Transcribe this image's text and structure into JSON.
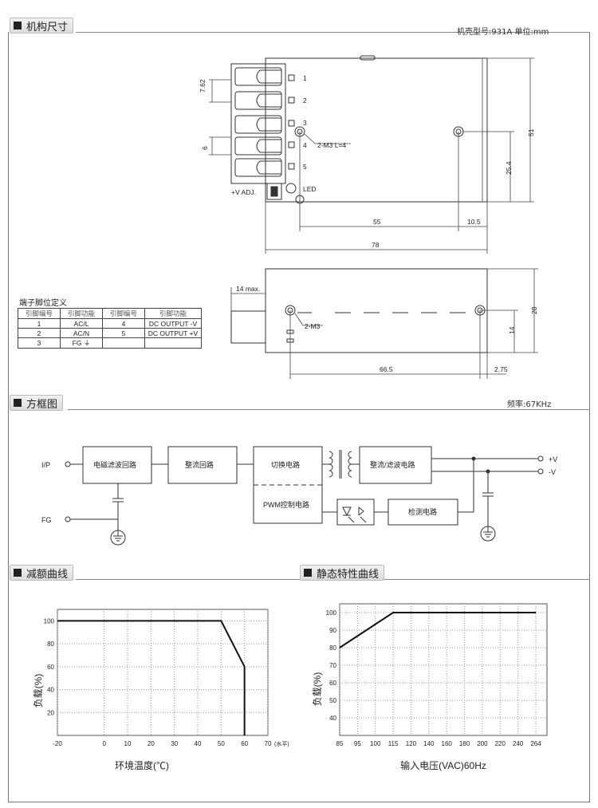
{
  "sections": {
    "mechanical": "机构尺寸",
    "block": "方框图",
    "derating": "减额曲线",
    "static": "静态特性曲线"
  },
  "case_info": "机壳型号:931A   单位:mm",
  "frequency": "频率:67KHz",
  "pin_table": {
    "title": "端子脚位定义",
    "headers": [
      "引脚编号",
      "引脚功能",
      "引脚编号",
      "引脚功能"
    ],
    "rows": [
      [
        "1",
        "AC/L",
        "4",
        "DC OUTPUT -V"
      ],
      [
        "2",
        "AC/N",
        "5",
        "DC OUTPUT +V"
      ],
      [
        "3",
        "FG ⏚",
        "",
        ""
      ]
    ]
  },
  "top_view": {
    "dim_pitch": "7.62",
    "dim_6": "6",
    "pin_labels": [
      "1",
      "2",
      "3",
      "4",
      "5"
    ],
    "screw_label": "2-M3 L=4",
    "adj_label": "+V ADJ.",
    "led_label": "LED",
    "dim_51": "51",
    "dim_25_4": "25.4",
    "dim_55": "55",
    "dim_10_5": "10.5",
    "dim_78": "78"
  },
  "side_view": {
    "dim_14max": "14 max.",
    "screw_label": "2-M3",
    "dim_28": "28",
    "dim_14": "14",
    "dim_66_5": "66.5",
    "dim_2_75": "2.75"
  },
  "block_diagram": {
    "ip": "I/P",
    "fg": "FG",
    "emi": "电磁滤波回路",
    "rect": "整流回路",
    "switch": "切换电路",
    "out_rect": "整流/滤波电路",
    "pwm": "PWM控制电路",
    "detect": "检测电路",
    "vplus": "+V",
    "vminus": "-V"
  },
  "chart_data": [
    {
      "type": "line",
      "title": "",
      "xlabel": "环境温度(℃)",
      "xunit": "(水平)",
      "ylabel": "负载(%)",
      "x_ticks": [
        "-20",
        "0",
        "10",
        "20",
        "30",
        "40",
        "50",
        "60",
        "70"
      ],
      "y_ticks": [
        "20",
        "40",
        "60",
        "80",
        "100"
      ],
      "xlim": [
        -20,
        70
      ],
      "ylim": [
        0,
        110
      ],
      "series": [
        {
          "x": [
            -20,
            50,
            60,
            60
          ],
          "y": [
            100,
            100,
            60,
            0
          ]
        }
      ],
      "grid": true
    },
    {
      "type": "line",
      "title": "",
      "xlabel": "输入电压(VAC)60Hz",
      "ylabel": "负载(%)",
      "x_ticks": [
        "85",
        "95",
        "100",
        "115",
        "120",
        "140",
        "160",
        "180",
        "200",
        "220",
        "240",
        "264"
      ],
      "y_ticks": [
        "40",
        "50",
        "60",
        "70",
        "80",
        "90",
        "100"
      ],
      "ylim": [
        30,
        105
      ],
      "series": [
        {
          "x": [
            85,
            115,
            264
          ],
          "y": [
            80,
            100,
            100
          ]
        }
      ],
      "grid": true
    }
  ]
}
